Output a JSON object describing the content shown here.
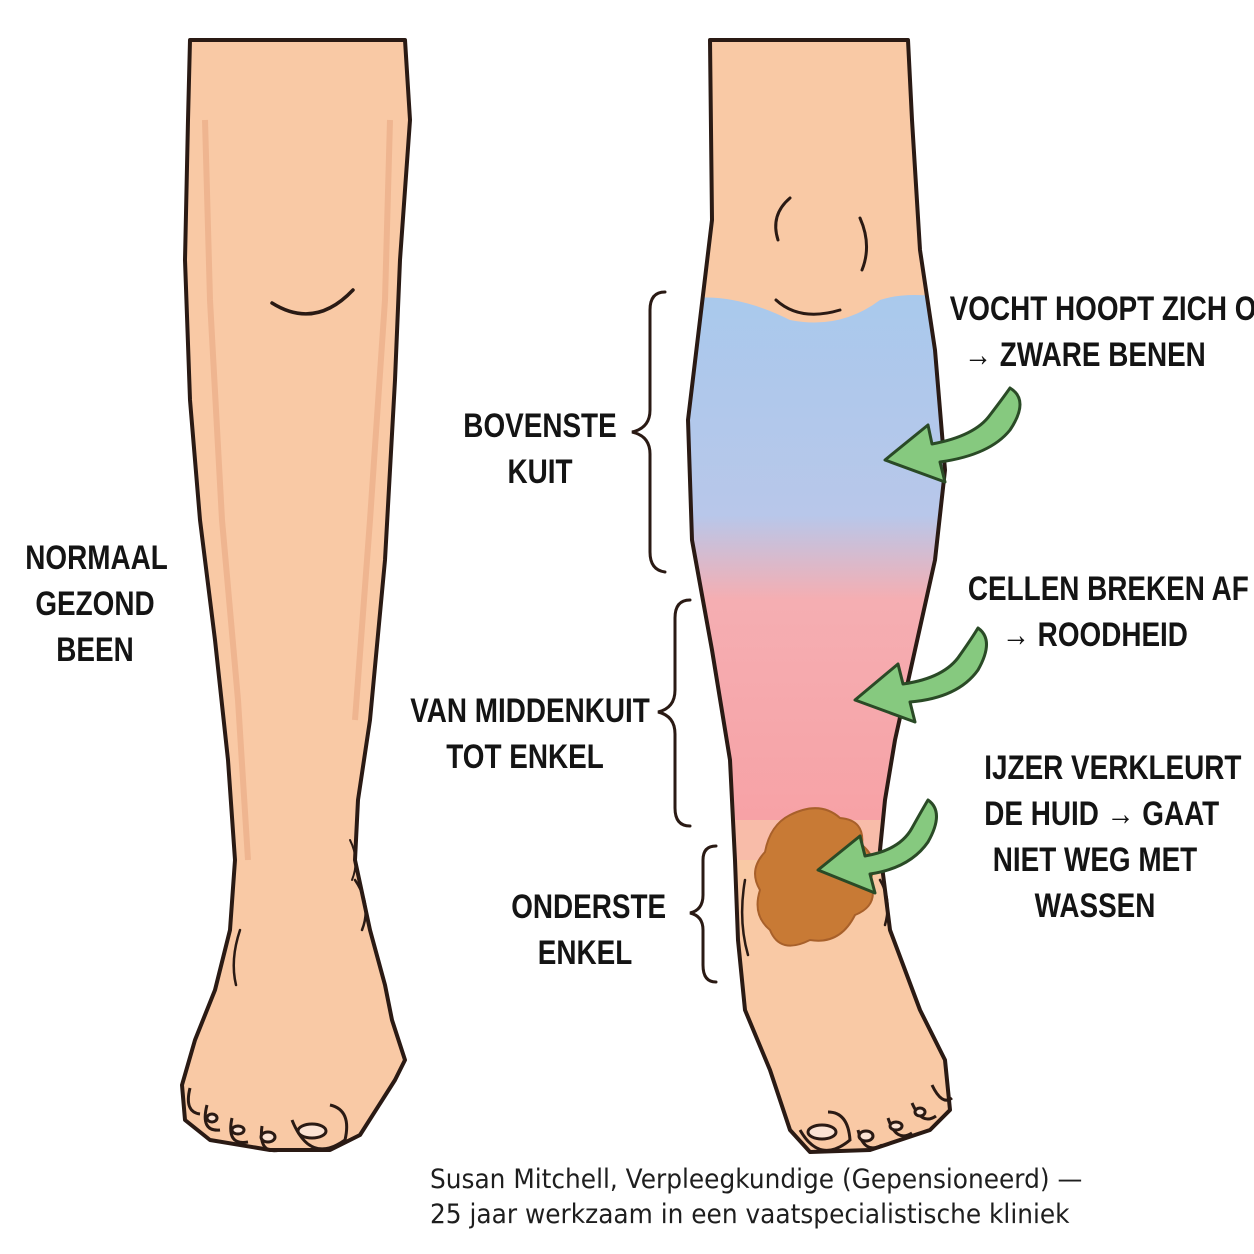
{
  "labels": {
    "normal": [
      "NORMAAL",
      "GEZOND",
      "BEEN"
    ],
    "bovenste_kuit": [
      "BOVENSTE",
      "KUIT"
    ],
    "middenkuit": [
      "VAN MIDDENKUIT",
      "TOT ENKEL"
    ],
    "onderste_enkel": [
      "ONDERSTE",
      "ENKEL"
    ],
    "vocht": [
      "VOCHT HOOPT ZICH OP",
      "→ ZWARE BENEN"
    ],
    "cellen": [
      "CELLEN BREKEN AF",
      "→ ROODHEID"
    ],
    "ijzer": [
      "IJZER VERKLEURT",
      "DE HUID → GAAT",
      "NIET WEG MET",
      "WASSEN"
    ]
  },
  "caption": [
    "Susan Mitchell, Verpleegkundige (Gepensioneerd) —",
    "25 jaar werkzaam in een vaatspecialistische kliniek"
  ],
  "colors": {
    "skin": "#f9c9a5",
    "outline": "#2a1a14",
    "swelling_blue": "#a9c9ec",
    "redness_pink": "#f59aa0",
    "stain_brown": "#c87a35",
    "arrow_green": "#86c97f"
  }
}
